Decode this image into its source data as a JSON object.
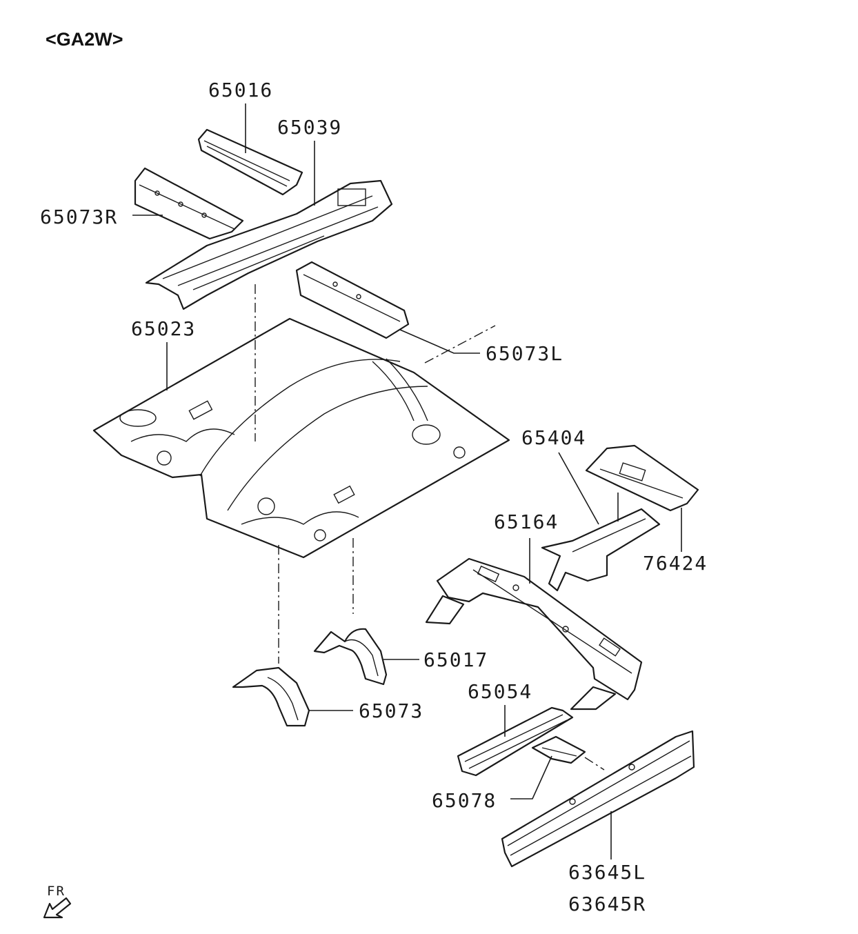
{
  "model_code": "<GA2W>",
  "orientation": {
    "text": "FR",
    "icon": "front-direction-arrow-icon"
  },
  "part_labels": [
    {
      "id": "p65016",
      "text": "65016"
    },
    {
      "id": "p65039",
      "text": "65039"
    },
    {
      "id": "p65073R",
      "text": "65073R"
    },
    {
      "id": "p65023",
      "text": "65023"
    },
    {
      "id": "p65073L",
      "text": "65073L"
    },
    {
      "id": "p65404",
      "text": "65404"
    },
    {
      "id": "p65164",
      "text": "65164"
    },
    {
      "id": "p76424",
      "text": "76424"
    },
    {
      "id": "p65017",
      "text": "65017"
    },
    {
      "id": "p65054",
      "text": "65054"
    },
    {
      "id": "p65073",
      "text": "65073"
    },
    {
      "id": "p65078",
      "text": "65078"
    },
    {
      "id": "p63645L",
      "text": "63645L"
    },
    {
      "id": "p63645R",
      "text": "63645R"
    }
  ]
}
